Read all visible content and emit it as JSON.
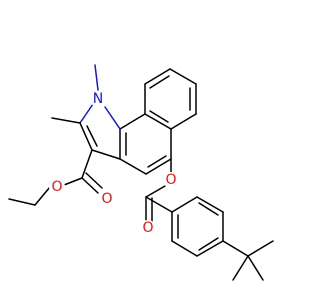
{
  "molecule": {
    "atoms": {
      "n1": {
        "symbol": "N",
        "color": "#1818d0"
      },
      "o_ester1_carbonyl": {
        "symbol": "O",
        "color": "#e01818"
      },
      "o_ester1_alkoxy": {
        "symbol": "O",
        "color": "#e01818"
      },
      "o_ester2_aryl": {
        "symbol": "O",
        "color": "#e01818"
      },
      "o_ester2_carbonyl": {
        "symbol": "O",
        "color": "#e01818"
      }
    },
    "colors": {
      "carbon_bond": "#000000",
      "nitrogen": "#1818d0",
      "oxygen": "#e01818",
      "background": "#ffffff"
    }
  }
}
